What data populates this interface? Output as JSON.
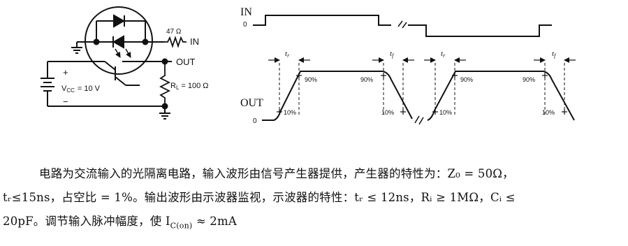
{
  "circuit": {
    "resistor_in_label": "47 Ω",
    "in_label": "IN",
    "out_label": "OUT",
    "rl_label": "R",
    "rl_sub": "L",
    "rl_value": "= 100 Ω",
    "vcc_label": "V",
    "vcc_sub": "CC",
    "vcc_value": "= 10 V",
    "plus_sign": "+",
    "minus_sign": "−"
  },
  "waveform": {
    "in_label": "IN",
    "in_zero": "0",
    "out_label": "OUT",
    "out_zero": "0",
    "tr_label": "t",
    "tr_sub": "r",
    "tf_label": "t",
    "tf_sub": "f",
    "pct_90": "90%",
    "pct_10": "10%"
  },
  "caption": {
    "line1": "电路为交流输入的光隔离电路，输入波形由信号产生器提供，产生器的特性为：Z₀ = 50Ω，",
    "line2": "tᵣ≤15ns，占空比 = 1%。输出波形由示波器监视，示波器的特性：tᵣ ≤ 12ns，Rᵢ ≥ 1MΩ，Cᵢ ≤",
    "line3": "20pF。调节输入脉冲幅度，使 I",
    "line3_sub": "C(on)",
    "line3_end": " ≈ 2mA"
  }
}
